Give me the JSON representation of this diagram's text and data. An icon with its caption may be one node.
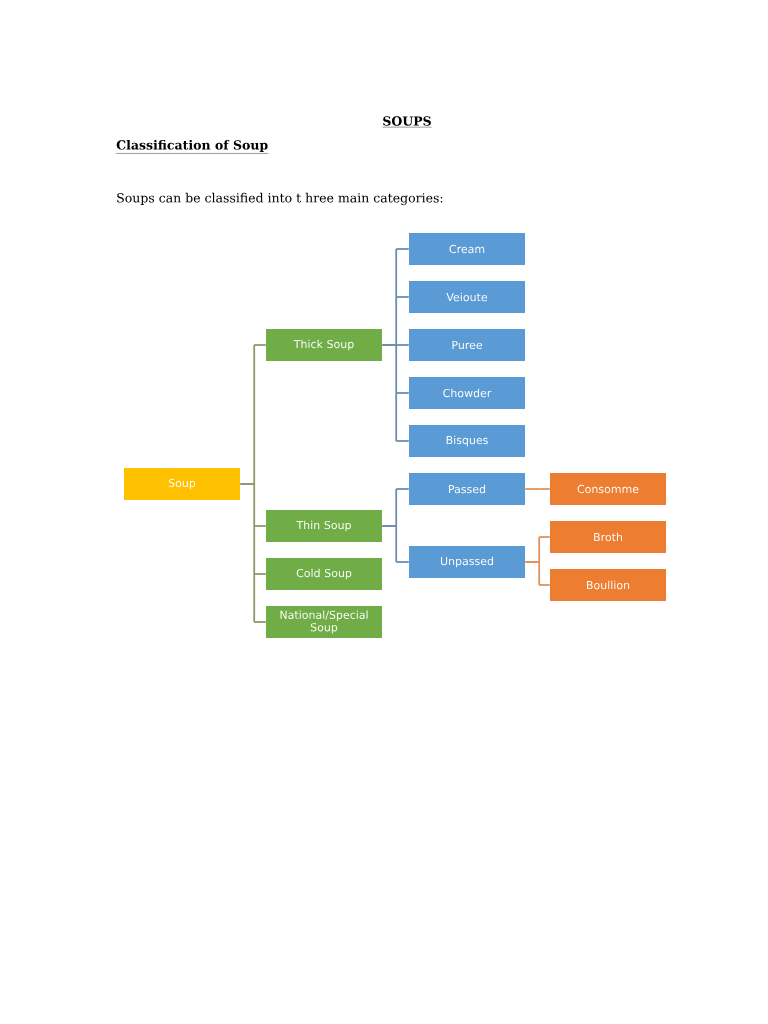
{
  "diagram": {
    "title": "SOUPS",
    "nodes": [
      {
        "text": [
          "Soup"
        ]
      },
      {
        "text": [
          "Thick Soup"
        ]
      },
      {
        "text": [
          "Cream"
        ]
      },
      {
        "text": [
          "Veioute"
        ]
      },
      {
        "text": [
          "Puree"
        ]
      },
      {
        "text": [
          "Chowder"
        ]
      },
      {
        "text": [
          "Bisques"
        ]
      },
      {
        "text": [
          "Thin Soup"
        ]
      },
      {
        "text": [
          "Passed"
        ]
      },
      {
        "text": [
          "Consomme"
        ]
      },
      {
        "text": [
          "Unpassed"
        ]
      },
      {
        "text": [
          "Broth"
        ]
      },
      {
        "text": [
          "Boullion"
        ]
      },
      {
        "text": [
          "Cold Soup"
        ]
      },
      {
        "text": [
          "National/Special Soup"
        ]
      }
    ],
    "edges": [
      {
        "from": 0,
        "to": 1,
        "arrow": "none",
        "color": "#8c9a6e"
      },
      {
        "from": 0,
        "to": 7,
        "arrow": "none",
        "color": "#8c9a6e"
      },
      {
        "from": 0,
        "to": 13,
        "arrow": "none",
        "color": "#8c9a6e"
      },
      {
        "from": 0,
        "to": 14,
        "arrow": "none",
        "color": "#8c9a6e"
      },
      {
        "from": 1,
        "to": 2,
        "arrow": "none"
      },
      {
        "from": 1,
        "to": 3,
        "arrow": "none"
      },
      {
        "from": 1,
        "to": 4,
        "arrow": "none"
      },
      {
        "from": 1,
        "to": 5,
        "arrow": "none"
      },
      {
        "from": 1,
        "to": 6,
        "arrow": "none"
      },
      {
        "from": 7,
        "to": 8,
        "arrow": "none"
      },
      {
        "from": 7,
        "to": 10,
        "arrow": "none"
      },
      {
        "from": 8,
        "to": 9,
        "arrow": "none",
        "color": "#e0935a"
      },
      {
        "from": 10,
        "to": 11,
        "arrow": "none",
        "color": "#e0935a"
      },
      {
        "from": 10,
        "to": 12,
        "arrow": "none",
        "color": "#e0935a"
      }
    ],
    "labels": [
      "Classification of Soup",
      "Soups can be classified into t hree main categories:"
    ]
  }
}
